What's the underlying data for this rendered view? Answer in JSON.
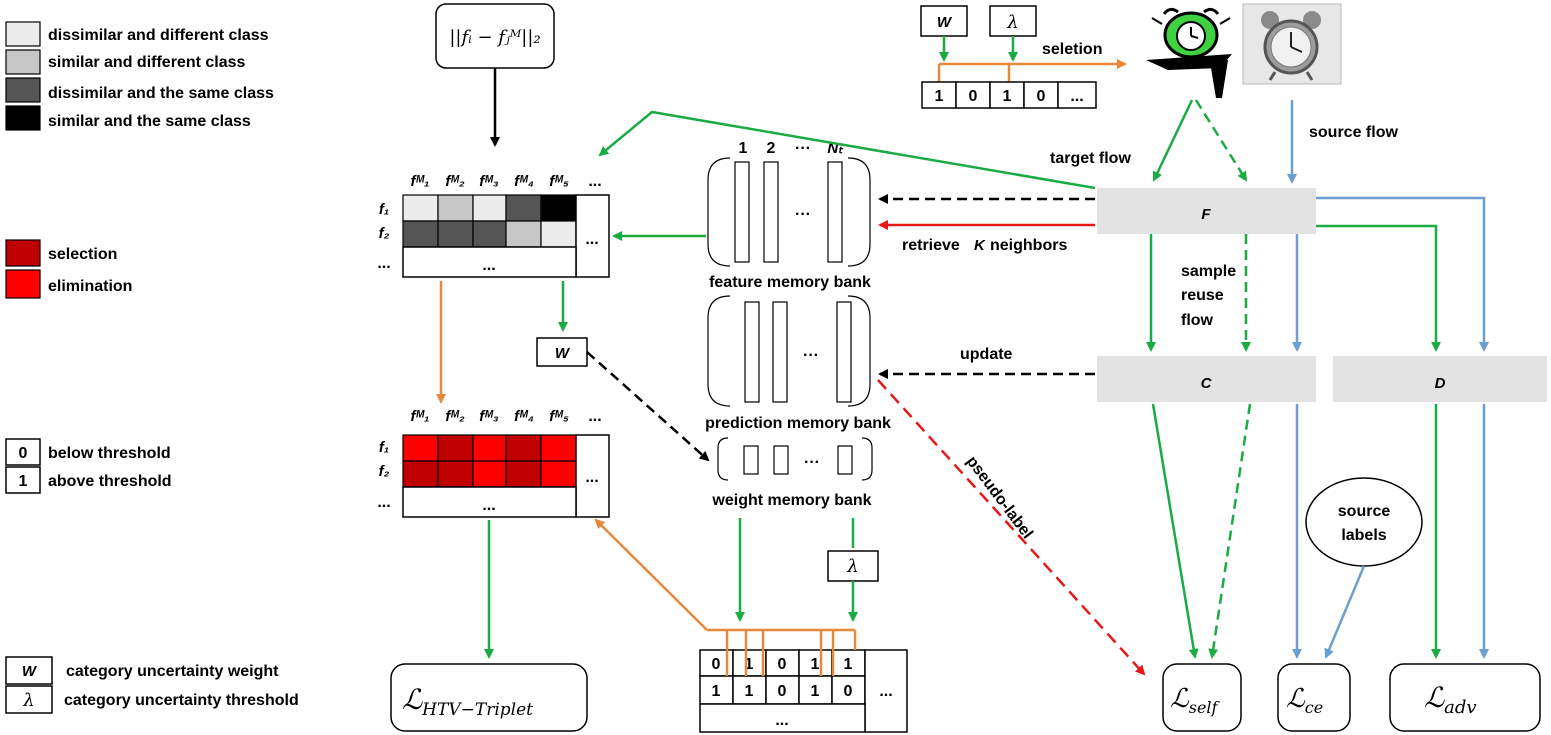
{
  "legend": {
    "similarity": [
      {
        "label": "dissimilar and different class",
        "color": "#ececec"
      },
      {
        "label": "similar and different class",
        "color": "#c6c6c6"
      },
      {
        "label": "dissimilar and the same class",
        "color": "#555555"
      },
      {
        "label": "similar and the same class",
        "color": "#000000"
      }
    ],
    "sel_elim": [
      {
        "label": "selection",
        "color": "#c00000"
      },
      {
        "label": "elimination",
        "color": "#ff0000"
      }
    ],
    "threshold": [
      {
        "symbol": "0",
        "label": "below threshold"
      },
      {
        "symbol": "1",
        "label": "above threshold"
      }
    ],
    "params": [
      {
        "symbol": "W",
        "label": "category uncertainty weight"
      },
      {
        "symbol": "λ",
        "label": "category uncertainty threshold"
      }
    ]
  },
  "formula": "||fᵢ − fⱼᴹ||₂",
  "matrix": {
    "cols": [
      "fᴹ₁",
      "fᴹ₂",
      "fᴹ₃",
      "fᴹ₄",
      "fᴹ₅"
    ],
    "rows": [
      "f₁",
      "f₂"
    ],
    "ellipsis": "...",
    "ellipsis_row": "...",
    "ellipsis_col": "..."
  },
  "w_box": "W",
  "lambda_box": "λ",
  "top_bits": [
    "1",
    "0",
    "1",
    "0",
    "..."
  ],
  "selection_label": "seletion",
  "banks": {
    "feature": "feature memory bank",
    "prediction": "prediction memory bank",
    "weight": "weight memory bank",
    "indices": [
      "1",
      "2",
      "···",
      "Nₜ"
    ],
    "inner_dots": "···"
  },
  "bottom_bits": {
    "row1": [
      "0",
      "1",
      "0",
      "1",
      "1"
    ],
    "row2": [
      "1",
      "1",
      "0",
      "1",
      "0"
    ],
    "ellipsis": "...",
    "ellipsis_side": "..."
  },
  "modules": {
    "F": "F",
    "C": "C",
    "D": "D"
  },
  "flows": {
    "target": "target flow",
    "source": "source flow",
    "reuse1": "sample",
    "reuse2": "reuse",
    "reuse3": "flow",
    "retrieve_pre": "retrieve",
    "retrieve_k": "K",
    "retrieve_post": "neighbors",
    "update": "update",
    "pseudo": "pseudo-label"
  },
  "source_labels": [
    "source",
    "labels"
  ],
  "losses": {
    "triplet_main": "ℒ",
    "triplet_sub": "HTV−Triplet",
    "self_main": "ℒ",
    "self_sub": "self",
    "ce_main": "ℒ",
    "ce_sub": "ce",
    "adv_main": "ℒ",
    "adv_sub": "adv"
  },
  "colors": {
    "green": "#1aab45",
    "orange": "#e8883a",
    "blue": "#6a9fd0",
    "red": "#e81818",
    "black": "#000000",
    "module_fill": "#e3e3e3"
  }
}
